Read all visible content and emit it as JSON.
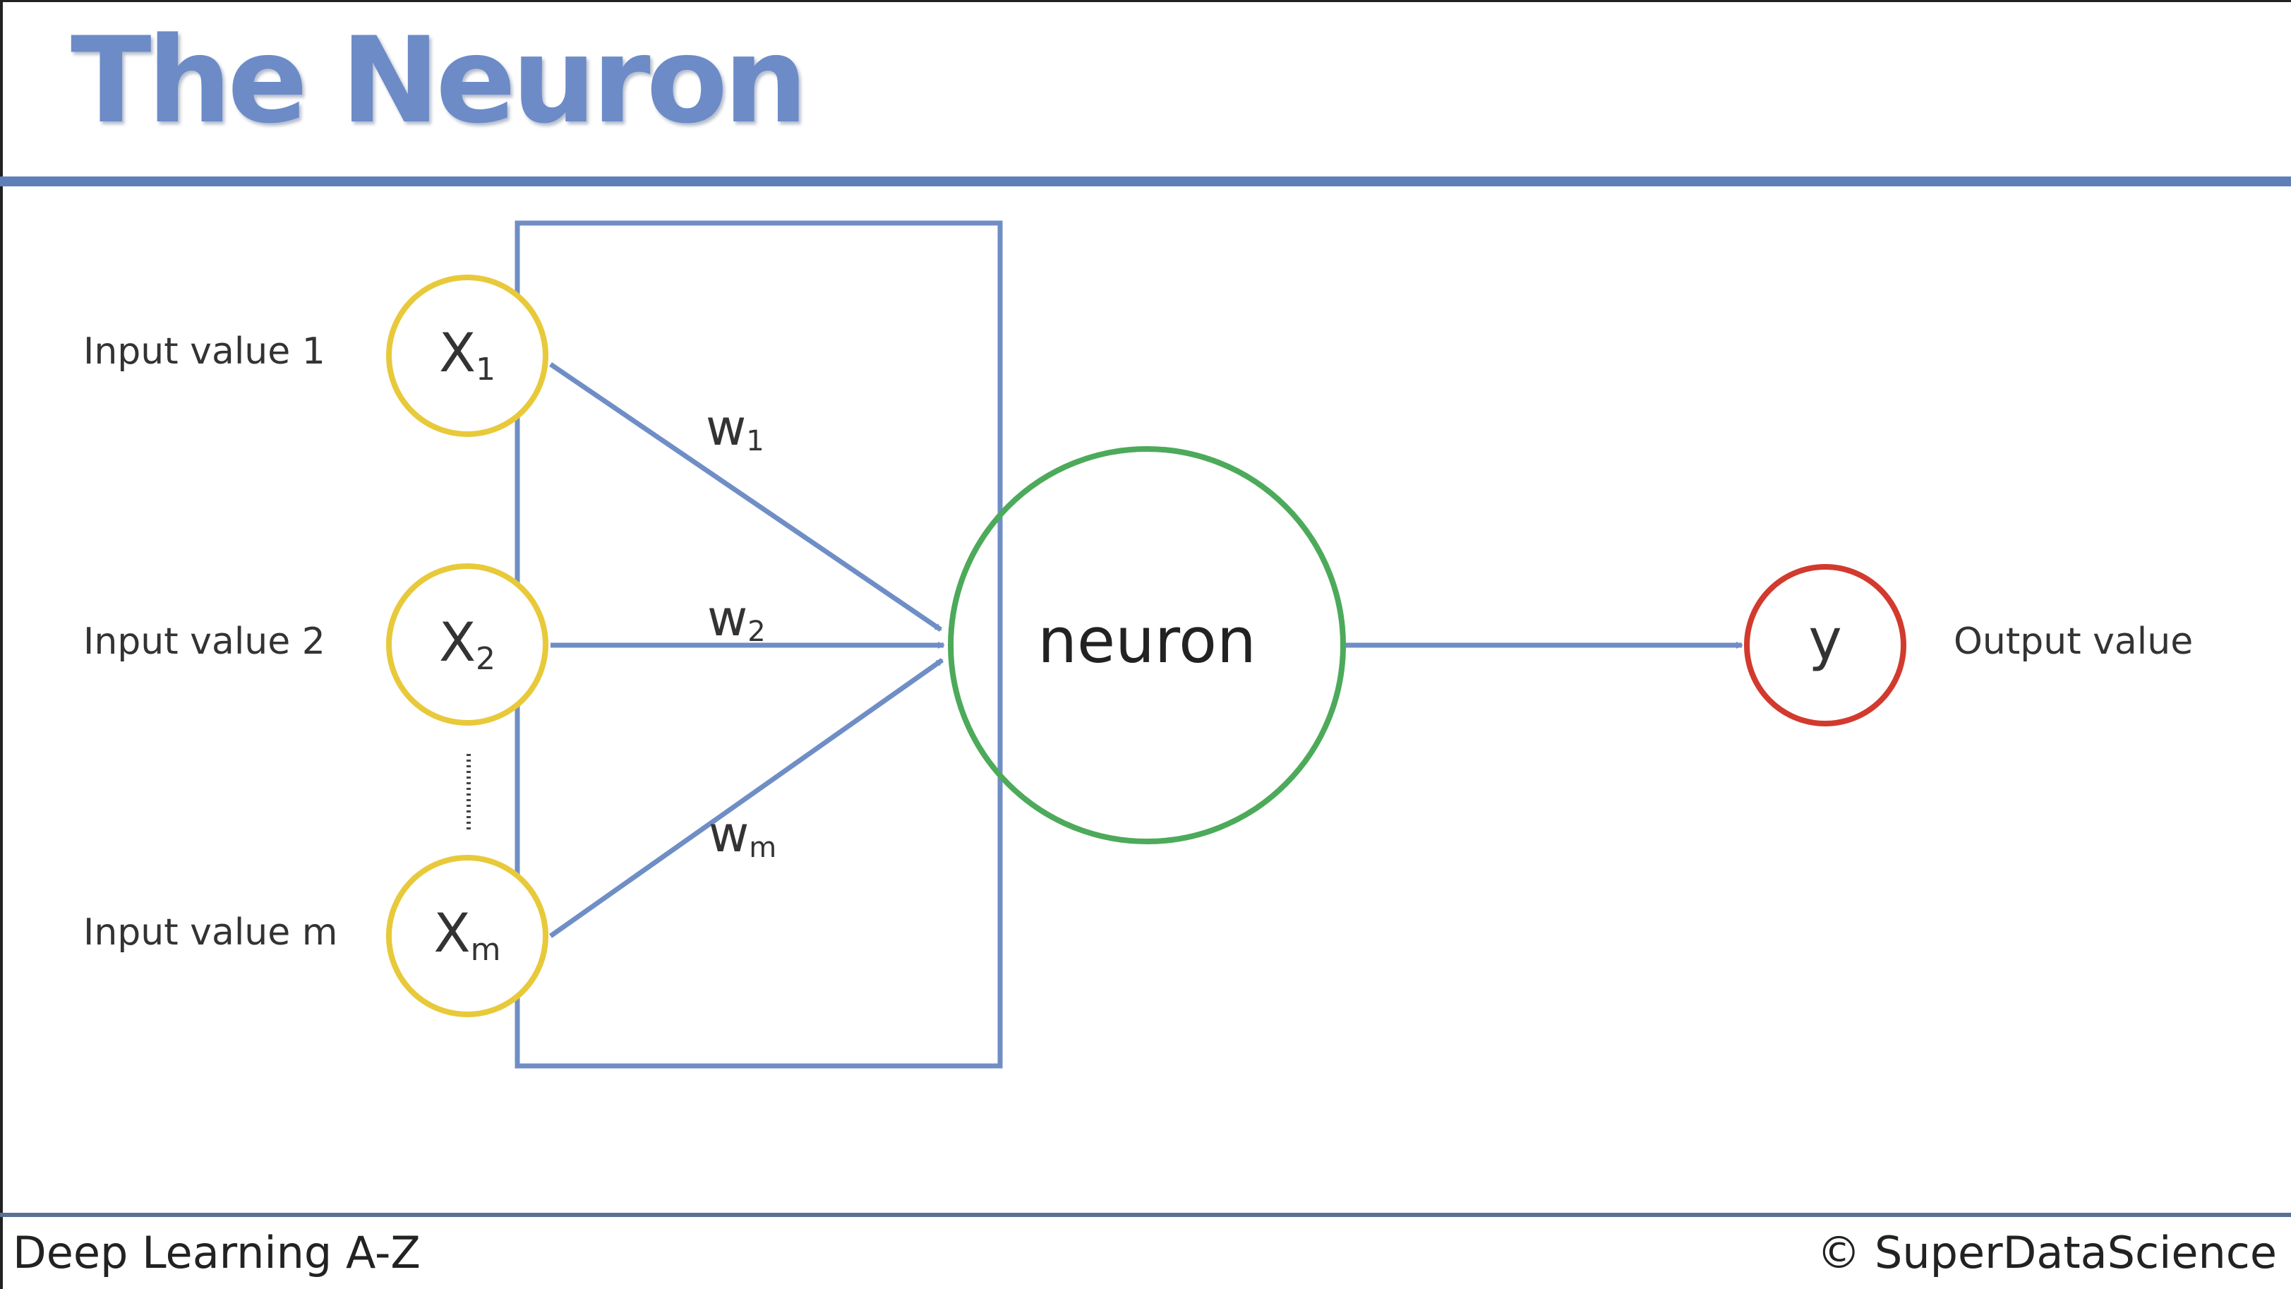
{
  "slide": {
    "title": "The Neuron",
    "footer_left": "Deep Learning A-Z",
    "footer_right": "© SuperDataScience"
  },
  "inputs": [
    {
      "label": "Input value 1",
      "node": "X",
      "sub": "1",
      "weight": "w",
      "weight_sub": "1"
    },
    {
      "label": "Input value 2",
      "node": "X",
      "sub": "2",
      "weight": "w",
      "weight_sub": "2"
    },
    {
      "label": "Input value m",
      "node": "X",
      "sub": "m",
      "weight": "w",
      "weight_sub": "m"
    }
  ],
  "neuron": {
    "label": "neuron"
  },
  "output": {
    "node": "y",
    "label": "Output value"
  },
  "colors": {
    "title": "#6c8bc7",
    "rule": "#5f7fba",
    "input_node": "#e8c93a",
    "neuron_node": "#4caa5a",
    "output_node": "#d23a2e",
    "arrows": "#6f8ec6",
    "box": "#6f8ec6"
  }
}
